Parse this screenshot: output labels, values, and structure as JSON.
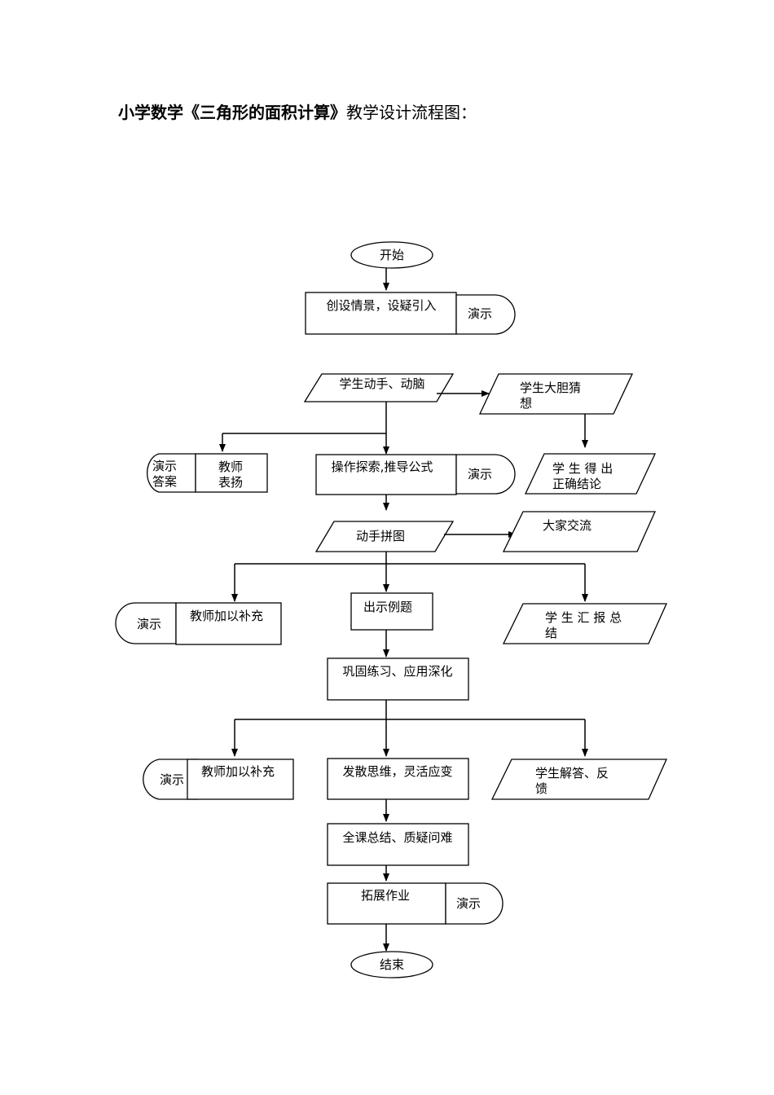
{
  "title": {
    "bold_part": "小学数学《三角形的面积计算》",
    "regular_part": "教学设计流程图："
  },
  "nodes": {
    "start": "开始",
    "intro": "创设情景，设疑引入",
    "intro_demo": "演示",
    "hands_on": "学生动手、动脑",
    "guess_1": "学生大胆猜",
    "guess_2": "想",
    "demo_answer_1": "演示",
    "demo_answer_2": "答案",
    "praise_1": "教师",
    "praise_2": "表扬",
    "explore": "操作探索,推导公式",
    "explore_demo": "演示",
    "conclude_1": "学 生 得 出",
    "conclude_2": "正确结论",
    "puzzle": "动手拼图",
    "exchange": "大家交流",
    "supp_demo_1": "演示",
    "supp_1": "教师加以补充",
    "example": "出示例题",
    "report_1": "学 生 汇 报 总",
    "report_2": "结",
    "practice": "巩固练习、应用深化",
    "supp_demo_2": "演示",
    "supp_2": "教师加以补充",
    "diverge": "发散思维，灵活应变",
    "answer_1": "学生解答、反",
    "answer_2": "馈",
    "summary": "全课总结、质疑问难",
    "homework": "拓展作业",
    "homework_demo": "演示",
    "end": "结束"
  }
}
